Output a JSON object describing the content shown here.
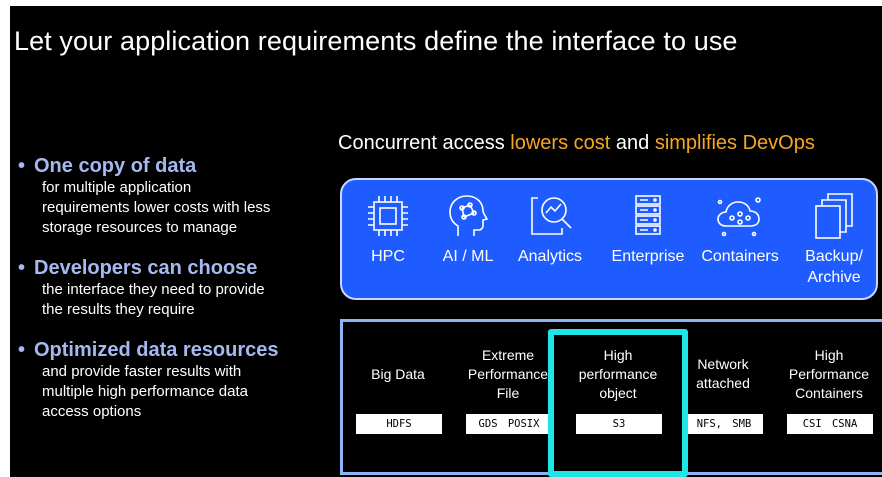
{
  "title": "Let your application requirements define the interface to use",
  "subtitle": {
    "prefix": "Concurrent access ",
    "highlight1": "lowers cost",
    "middle": " and ",
    "highlight2": "simplifies DevOps"
  },
  "bullets": [
    {
      "heading": "One copy of data",
      "body": "for multiple application\nrequirements lower costs with less\nstorage resources to manage"
    },
    {
      "heading": "Developers can choose",
      "body": "the interface they need to provide\nthe results they require"
    },
    {
      "heading": "Optimized data resources",
      "body": "and provide faster results with\nmultiple high performance data\naccess options"
    }
  ],
  "workloads": [
    {
      "label": "HPC",
      "icon": "chip-icon"
    },
    {
      "label": "AI / ML",
      "icon": "brain-head-icon"
    },
    {
      "label": "Analytics",
      "icon": "magnifier-chart-icon"
    },
    {
      "label": "Enterprise",
      "icon": "server-rack-icon"
    },
    {
      "label": "Containers",
      "icon": "cloud-nodes-icon"
    },
    {
      "label": "Backup/\nArchive",
      "icon": "stacked-documents-icon"
    }
  ],
  "protocols": [
    {
      "label": "Big Data",
      "tag": "HDFS"
    },
    {
      "label": "Extreme\nPerformance\nFile",
      "tag": "GDS POSIX"
    },
    {
      "label": "High\nperformance\nobject",
      "tag": "S3"
    },
    {
      "label": "Network\nattached",
      "tag": "NFS, SMB"
    },
    {
      "label": "High\nPerformance\nContainers",
      "tag": "CSI CSNA"
    }
  ],
  "colors": {
    "background": "#000000",
    "bullet_heading": "#a6b8f0",
    "highlight_text": "#f5a623",
    "workload_bar": "#1f5cff",
    "protocol_border": "#8eb4f5",
    "focus_highlight": "#1fe6e6"
  }
}
